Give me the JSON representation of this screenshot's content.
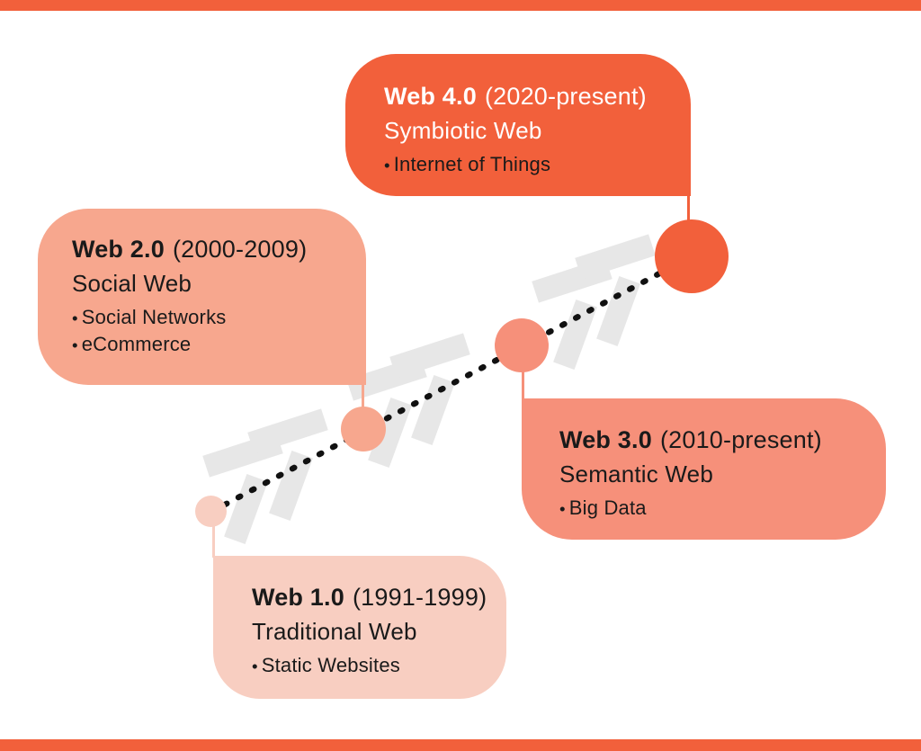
{
  "frame": {
    "color": "#F2603B"
  },
  "timeline": {
    "dot_color": "#111111",
    "chevron_color": "#E7E7E7"
  },
  "bullet_char": "•",
  "eras": [
    {
      "name": "Web 1.0",
      "period": "(1991-1999)",
      "subtitle": "Traditional Web",
      "items": [
        "Static Websites"
      ],
      "color": "#F8CEC1",
      "text_color": "#1A1A1A"
    },
    {
      "name": "Web 2.0",
      "period": "(2000-2009)",
      "subtitle": "Social Web",
      "items": [
        "Social Networks",
        "eCommerce"
      ],
      "color": "#F7A78E",
      "text_color": "#1A1A1A"
    },
    {
      "name": "Web 3.0",
      "period": "(2010-present)",
      "subtitle": "Semantic Web",
      "items": [
        "Big Data"
      ],
      "color": "#F6907A",
      "text_color": "#1A1A1A"
    },
    {
      "name": "Web 4.0",
      "period": "(2020-present)",
      "subtitle": "Symbiotic Web",
      "items": [
        "Internet of Things"
      ],
      "color": "#F2603B",
      "title_color": "#FFFFFF",
      "text_color": "#1A1A1A"
    }
  ]
}
